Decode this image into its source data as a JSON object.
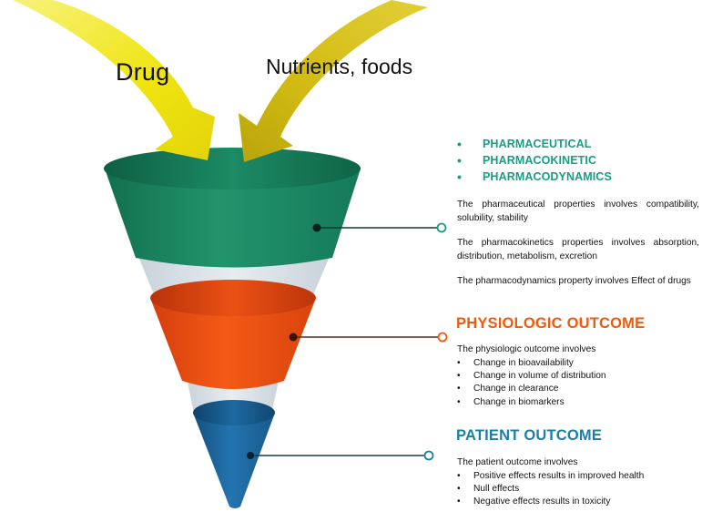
{
  "inputs": {
    "drug": "Drug",
    "nutrients": "Nutrients, foods"
  },
  "stages": [
    {
      "label": "PHARMACEUTICAL"
    },
    {
      "label": "PHARMACOKINETIC"
    },
    {
      "label": "PHARMACODYNAMICS"
    }
  ],
  "descriptions": {
    "pharmaceutical": "The pharmaceutical properties involves compatibility, solubility, stability",
    "pharmacokinetic": "The pharmacokinetics properties involves absorption, distribution, metabolism, excretion",
    "pharmacodynamic": "The pharmacodynamics property involves Effect of drugs"
  },
  "physiologic": {
    "title": "PHYSIOLOGIC OUTCOME",
    "intro": "The physiologic outcome involves",
    "items": [
      "Change in bioavailability",
      "Change in volume of distribution",
      "Change in clearance",
      "Change in biomarkers"
    ]
  },
  "patient": {
    "title": "PATIENT OUTCOME",
    "intro": "The patient outcome involves",
    "items": [
      "Positive effects  results in improved health",
      "Null effects",
      "Negative effects results in toxicity"
    ]
  },
  "colors": {
    "stage_text": "#179e84",
    "physio_title": "#f05a0a",
    "patient_title": "#1c7fa8",
    "funnel_green": "#1f8f6e",
    "funnel_orange": "#ee4f13",
    "funnel_blue": "#1f6fa8",
    "arrow_yellow": "#f2ea10",
    "arrow_olive": "#d2bd10"
  }
}
